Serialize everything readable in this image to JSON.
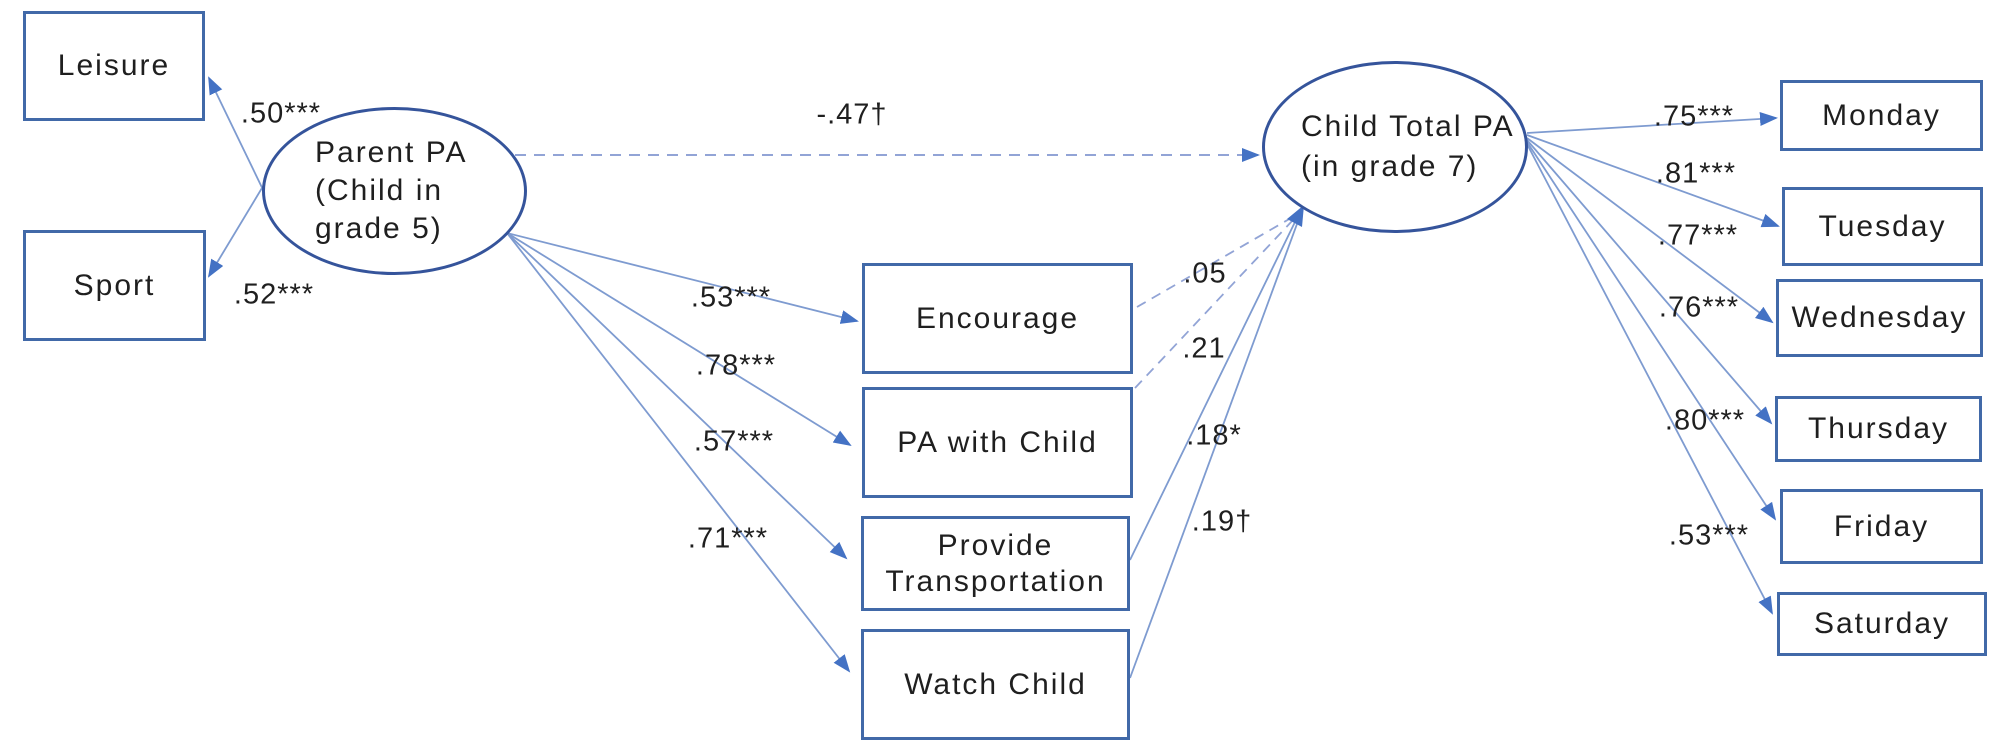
{
  "model": {
    "parent_latent": {
      "line1": "Parent PA",
      "line2": "(Child in",
      "line3": "grade 5)"
    },
    "child_latent": {
      "line1": "Child Total PA",
      "line2": "(in grade 7)"
    },
    "direct_path_coefficient": "-.47†",
    "parent_indicators": [
      {
        "label": "Leisure",
        "loading": ".50***"
      },
      {
        "label": "Sport",
        "loading": ".52***"
      }
    ],
    "mediators": [
      {
        "label": "Encourage",
        "from_parent": ".53***",
        "to_child": ".05"
      },
      {
        "label": "PA with Child",
        "from_parent": ".78***",
        "to_child": ".21"
      },
      {
        "label": "Provide Transportation",
        "from_parent": ".57***",
        "to_child": ".18*"
      },
      {
        "label": "Watch Child",
        "from_parent": ".71***",
        "to_child": ".19†"
      }
    ],
    "child_indicators": [
      {
        "label": "Monday",
        "loading": ".75***"
      },
      {
        "label": "Tuesday",
        "loading": ".81***"
      },
      {
        "label": "Wednesday",
        "loading": ".77***"
      },
      {
        "label": "Thursday",
        "loading": ".76***"
      },
      {
        "label": "Friday",
        "loading": ".80***"
      },
      {
        "label": "Saturday",
        "loading": ".53***"
      }
    ],
    "colors": {
      "line": "#7e9bd0",
      "dashed_line": "#92a4d6",
      "arrowhead": "#4472c4",
      "box_border": "#4169a8",
      "ellipse_border": "#35549b",
      "text": "#1f1f1f"
    }
  }
}
